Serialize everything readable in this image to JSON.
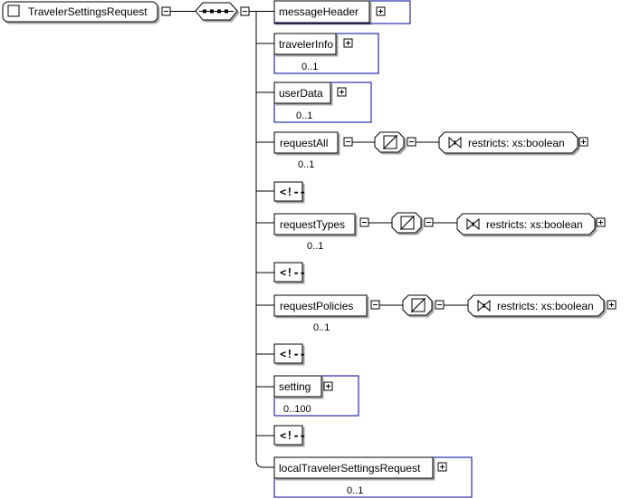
{
  "root": {
    "name": "TravelerSettingsRequest"
  },
  "children": [
    {
      "id": "messageHeader",
      "name": "messageHeader",
      "occurrence": "",
      "kind": "complex"
    },
    {
      "id": "travelerInfo",
      "name": "travelerInfo",
      "occurrence": "0..1",
      "kind": "complex"
    },
    {
      "id": "userData",
      "name": "userData",
      "occurrence": "0..1",
      "kind": "complex"
    },
    {
      "id": "requestAll",
      "name": "requestAll",
      "occurrence": "0..1",
      "kind": "simple",
      "restriction": "restricts: xs:boolean"
    },
    {
      "id": "comment-1",
      "name": "<!--",
      "kind": "comment"
    },
    {
      "id": "requestTypes",
      "name": "requestTypes",
      "occurrence": "0..1",
      "kind": "simple",
      "restriction": "restricts: xs:boolean"
    },
    {
      "id": "comment-2",
      "name": "<!--",
      "kind": "comment"
    },
    {
      "id": "requestPolicies",
      "name": "requestPolicies",
      "occurrence": "0..1",
      "kind": "simple",
      "restriction": "restricts: xs:boolean"
    },
    {
      "id": "comment-3",
      "name": "<!--",
      "kind": "comment"
    },
    {
      "id": "setting",
      "name": "setting",
      "occurrence": "0..100",
      "kind": "complex"
    },
    {
      "id": "comment-4",
      "name": "<!--",
      "kind": "comment"
    },
    {
      "id": "localTravelerSettingsRequest",
      "name": "localTravelerSettingsRequest",
      "occurrence": "0..1",
      "kind": "complex"
    }
  ],
  "colors": {
    "optional_border": "#0000a0",
    "required_border": "#000000",
    "line": "#000000",
    "background": "#ffffff"
  },
  "icons": {
    "expand": "plus-box-icon",
    "collapse": "minus-box-icon",
    "sequence": "sequence-icon",
    "restriction": "restriction-icon"
  }
}
